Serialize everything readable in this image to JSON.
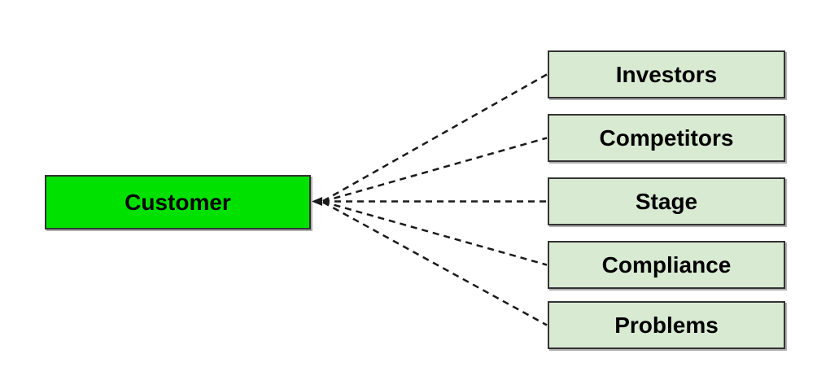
{
  "diagram": {
    "background_color": "#ffffff",
    "center_node": {
      "label": "Customer",
      "fill_color": "#00e100",
      "border_color": "#333333",
      "text_color": "#000000"
    },
    "related_nodes": [
      {
        "label": "Investors"
      },
      {
        "label": "Competitors"
      },
      {
        "label": "Stage"
      },
      {
        "label": "Compliance"
      },
      {
        "label": "Problems"
      }
    ],
    "related_node_style": {
      "fill_color": "#d9ead3",
      "border_color": "#333333",
      "text_color": "#000000"
    },
    "connectors": {
      "line_style": "dashed",
      "color": "#1a1a1a",
      "arrowhead": "solid-triangle",
      "arrow_points_to": "Customer",
      "count": 5
    }
  }
}
